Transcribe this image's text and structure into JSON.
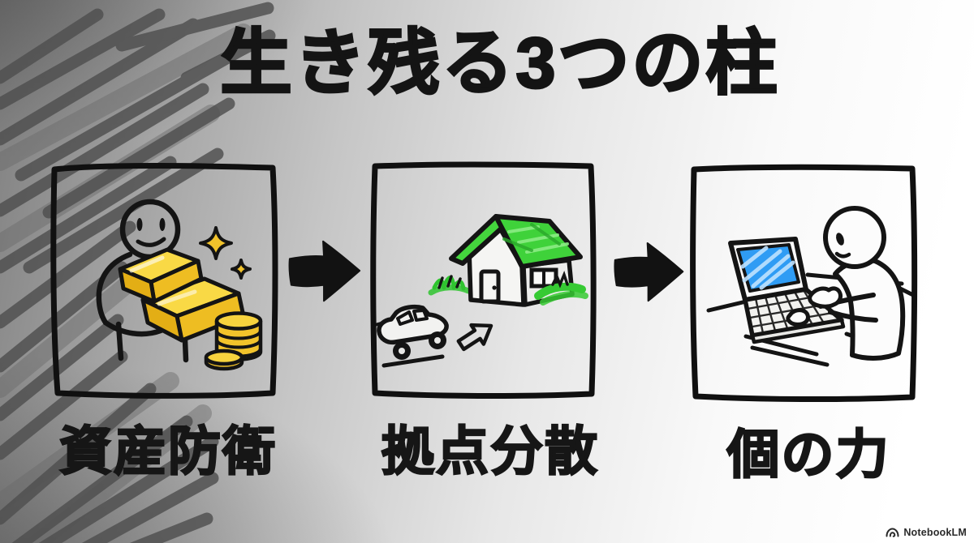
{
  "title": "生き残る3つの柱",
  "pillars": [
    {
      "label": "資産防衛",
      "illustration": "person hugging gold bars with coin stacks and sparkles"
    },
    {
      "label": "拠点分散",
      "illustration": "house with green roof, grass, and a car moving toward it"
    },
    {
      "label": "個の力",
      "illustration": "person typing on a laptop at a desk"
    }
  ],
  "arrows": [
    {
      "icon": "right-arrow"
    },
    {
      "icon": "right-arrow"
    }
  ],
  "watermark": {
    "label": "NotebookLM",
    "icon": "notebooklm-logo"
  },
  "colors": {
    "ink": "#141414",
    "gold": "#f2c32b",
    "gold_light": "#f9d945",
    "roof_green": "#3fd23a",
    "screen_blue": "#2f9cf4",
    "hatch_gray": "#515151"
  }
}
